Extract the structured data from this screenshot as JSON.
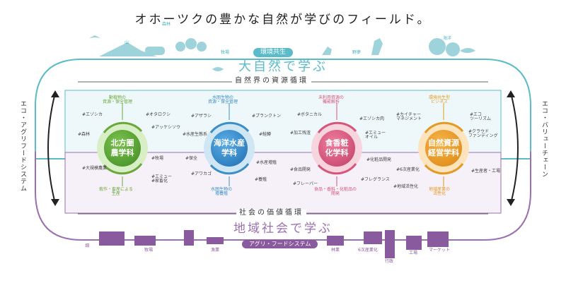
{
  "headline": "オホーツクの豊かな自然が学びのフィールド。",
  "top_labels": {
    "forest_small": "森林",
    "hill": "山",
    "farm": "牧場",
    "field": "野夢",
    "sea": "海洋"
  },
  "badge_top": "環境共生",
  "band_top": "大自然で学ぶ",
  "cycle_top": "自然界の資源循環",
  "cycle_bottom": "社会の価値循環",
  "band_bottom": "地域社会で学ぶ",
  "badge_bottom": "アグリ・フードシステム",
  "left_side": "エコ・アグリフードシステム",
  "right_side": "エコ・バリューチェーン",
  "nodes": [
    {
      "label": "北方圏\n農学科",
      "color": "#4e9a2f"
    },
    {
      "label": "海洋水産\n学科",
      "color": "#2f7fc0"
    },
    {
      "label": "食香粧\n化学科",
      "color": "#cf4f73"
    },
    {
      "label": "自然資源\n経営学科",
      "color": "#e8941b"
    }
  ],
  "top_themes": [
    "動植物の\n資源・保全管理",
    "水圏生物の\n資源・保全管理",
    "未利用資源の\n機能解析",
    "環境共生型\nビジネス"
  ],
  "bottom_themes": [
    "栽作・畜産による\n生産",
    "水圏生物の\n増養殖",
    "食品・香料・化粧品の\n開発",
    "地域産業の\n活性化"
  ],
  "tags": {
    "agri": [
      "#エゾシカ",
      "#森林",
      "#オタロクシ",
      "#アッケシソウ",
      "#大規模農業",
      "#牧場",
      "#エミュー\n#家畜化"
    ],
    "marine": [
      "#アザラシ",
      "#プランクトン",
      "#水産生態系",
      "#鮭鱒",
      "#保全",
      "#水産増殖",
      "#アワカゴ",
      "#養殖"
    ],
    "food": [
      "#ボタニカル",
      "#エゾシカ肉",
      "#加工残渣",
      "#エミュー\nオイル",
      "#食品開発",
      "#化粧品開発",
      "#フレーバー",
      "#フレグランス"
    ],
    "biz": [
      "#カイチャー\nマネジメント",
      "#エコ\nツーリズム",
      "#クラウド\nファンディング",
      "#6次産業化",
      "#生産者・工場",
      "#地域活性化"
    ]
  },
  "bottom_labels": {
    "farm": "畑",
    "ranch": "牧場",
    "fishery": "漁業",
    "agri": "林業",
    "sixth": "6次産業化",
    "admin": "行政",
    "factory": "工場",
    "market": "マーケット"
  }
}
